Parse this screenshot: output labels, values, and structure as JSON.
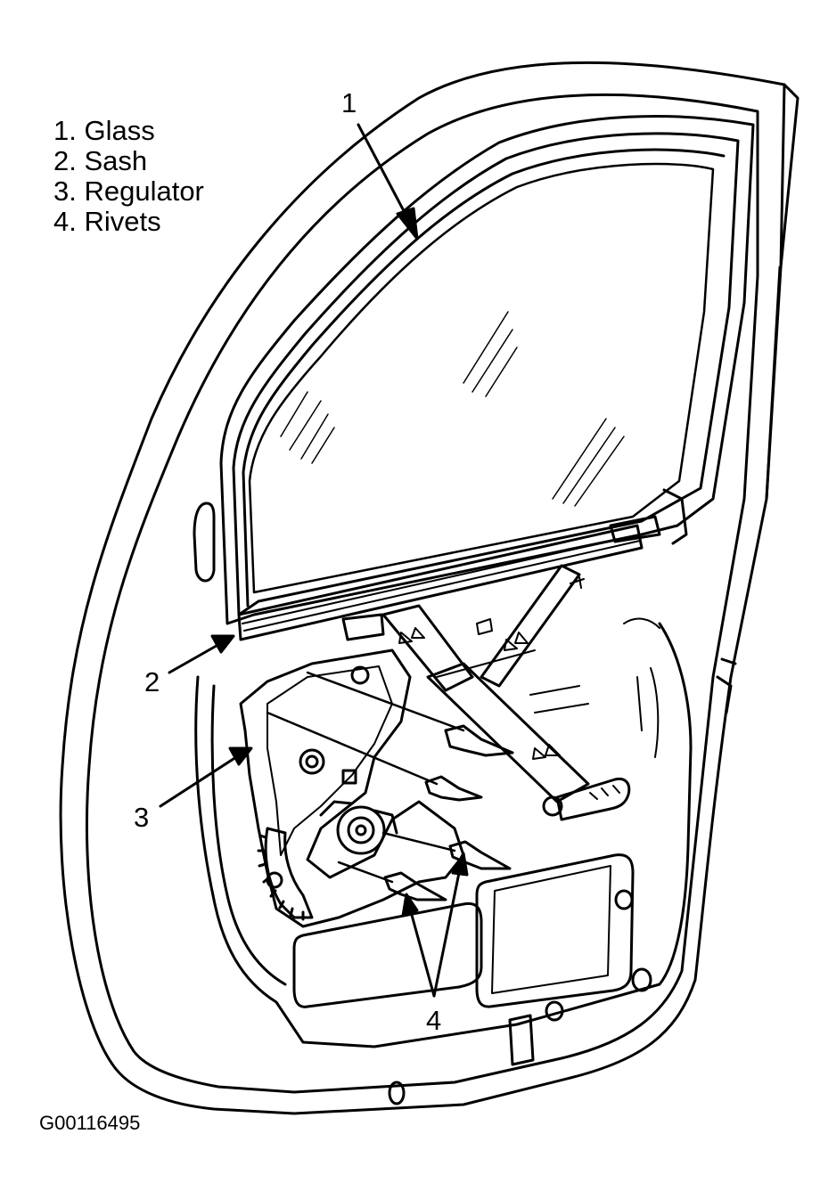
{
  "legend": {
    "items": [
      {
        "label": "1. Glass"
      },
      {
        "label": "2. Sash"
      },
      {
        "label": "3. Regulator"
      },
      {
        "label": "4. Rivets"
      }
    ]
  },
  "callouts": {
    "c1": "1",
    "c2": "2",
    "c3": "3",
    "c4": "4"
  },
  "figure_id": "G00116495"
}
